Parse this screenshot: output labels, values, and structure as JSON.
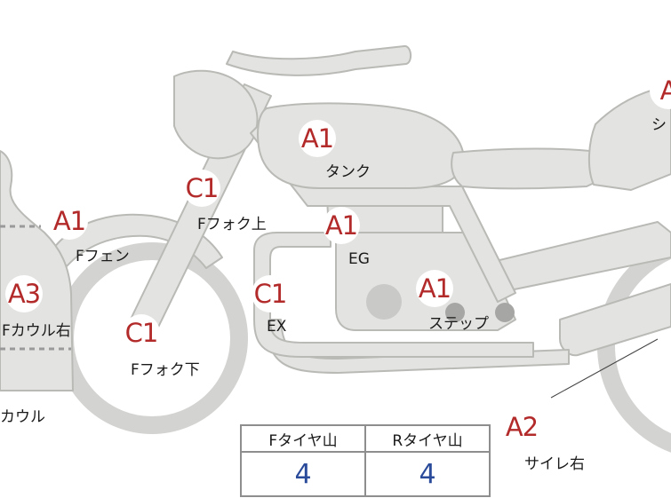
{
  "parts": [
    {
      "id": "tank",
      "code": "A1",
      "name": "タンク"
    },
    {
      "id": "f-fork-upper",
      "code": "C1",
      "name": "Fフォク上"
    },
    {
      "id": "eg",
      "code": "A1",
      "name": "EG"
    },
    {
      "id": "f-fender",
      "code": "A1",
      "name": "Fフェン"
    },
    {
      "id": "f-cowl-right",
      "code": "A3",
      "name": "Fカウル右"
    },
    {
      "id": "f-fork-lower",
      "code": "C1",
      "name": "Fフォク下"
    },
    {
      "id": "ex",
      "code": "C1",
      "name": "EX"
    },
    {
      "id": "step",
      "code": "A1",
      "name": "ステップ"
    },
    {
      "id": "silencer-right",
      "code": "A2",
      "name": "サイレ右"
    },
    {
      "id": "seat",
      "code": "A",
      "name": "シ"
    },
    {
      "id": "cowl",
      "code": "",
      "name": "カウル"
    }
  ],
  "tire_table": {
    "headers": [
      "Fタイヤ山",
      "Rタイヤ山"
    ],
    "values": [
      "4",
      "4"
    ]
  },
  "colors": {
    "part_fill": "#e3e3e1",
    "part_stroke": "#b9b9b6",
    "badge_text": "#b32a2a",
    "value_text": "#2a4a9a"
  }
}
